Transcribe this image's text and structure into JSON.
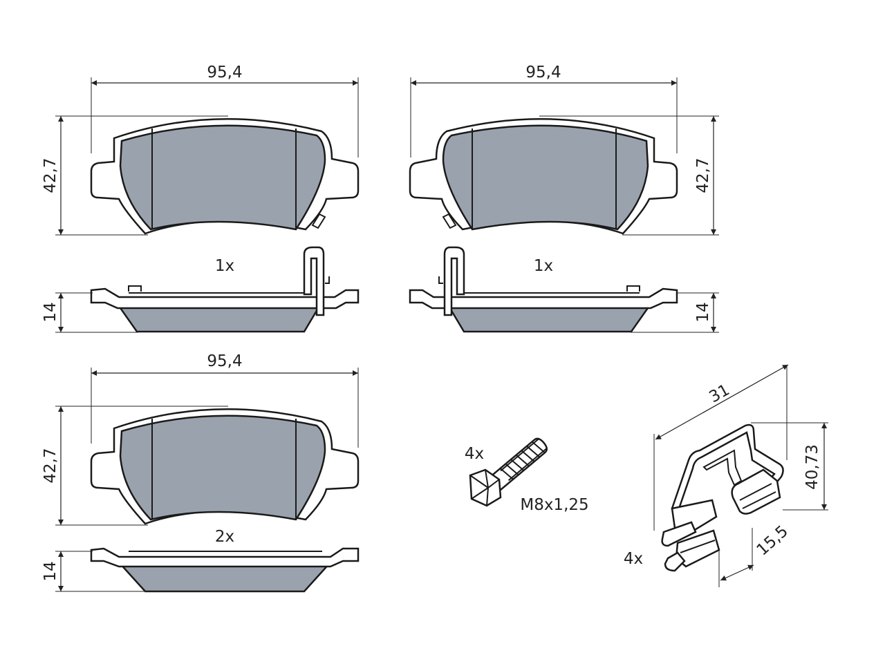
{
  "labels": {
    "pad_width_1": "95,4",
    "pad_width_2": "95,4",
    "pad_width_3": "95,4",
    "pad_height_1": "42,7",
    "pad_height_2": "42,7",
    "pad_height_3": "42,7",
    "thickness_1": "14",
    "thickness_2": "14",
    "thickness_3": "14",
    "qty_pad_left": "1x",
    "qty_pad_right": "1x",
    "qty_pad_bottom": "2x",
    "qty_bolt": "4x",
    "bolt_spec": "M8x1,25",
    "qty_clip": "4x",
    "clip_length": "31",
    "clip_height": "40,73",
    "clip_depth": "15,5"
  },
  "colors": {
    "friction": "#9aa3ad",
    "line": "#1a1a1a"
  }
}
